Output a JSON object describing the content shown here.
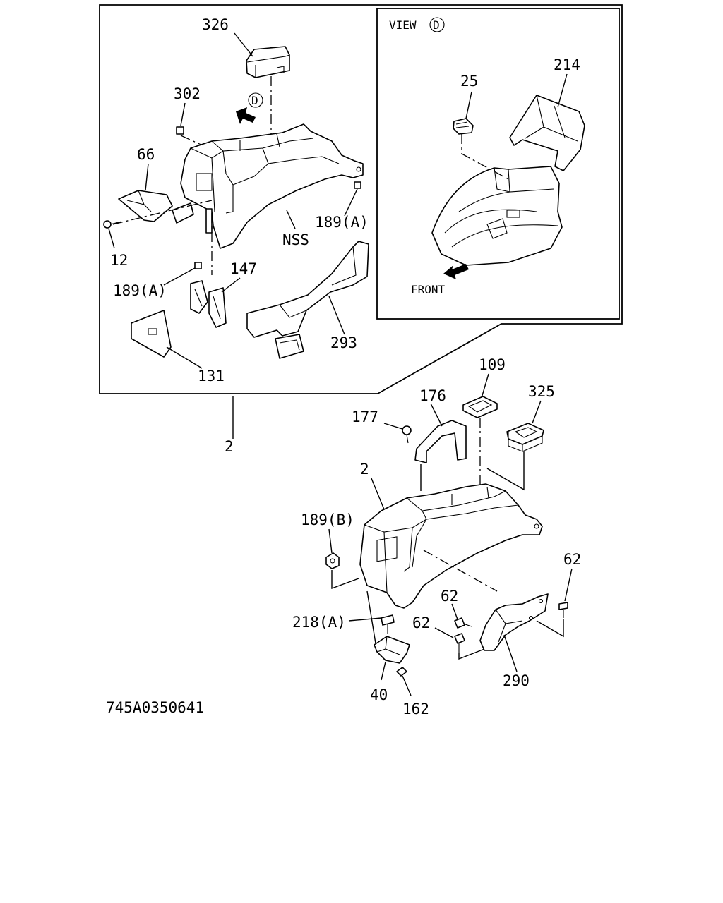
{
  "drawing_number": "745A0350641",
  "view_label": "VIEW",
  "view_letter": "D",
  "front_label": "FRONT",
  "callouts": {
    "p326": "326",
    "p302": "302",
    "p66": "66",
    "p12": "12",
    "nss": "NSS",
    "p189a_right": "189(A)",
    "p189a_left": "189(A)",
    "p147": "147",
    "p293": "293",
    "p131": "131",
    "p2_top": "2",
    "p25": "25",
    "p214": "214",
    "p109": "109",
    "p176": "176",
    "p177": "177",
    "p325": "325",
    "p2_main": "2",
    "p189b": "189(B)",
    "p62_right": "62",
    "p62_mid": "62",
    "p62_low": "62",
    "p218a": "218(A)",
    "p290": "290",
    "p40": "40",
    "p162": "162"
  }
}
